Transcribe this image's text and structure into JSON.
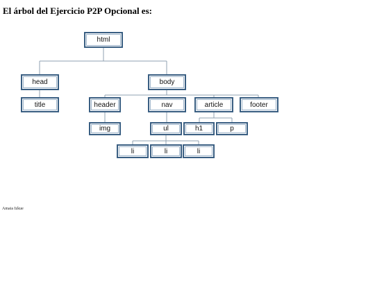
{
  "heading": "El árbol del Ejercicio P2P Opcional es:",
  "author": "Amaia Izkue",
  "tree": {
    "html": "html",
    "head": "head",
    "body": "body",
    "title": "title",
    "header": "header",
    "nav": "nav",
    "article": "article",
    "footer": "footer",
    "img": "img",
    "ul": "ul",
    "h1": "h1",
    "p": "p",
    "li1": "li",
    "li2": "li",
    "li3": "li"
  },
  "colors": {
    "node_border": "#395e82",
    "connector": "#8fa0b0"
  }
}
